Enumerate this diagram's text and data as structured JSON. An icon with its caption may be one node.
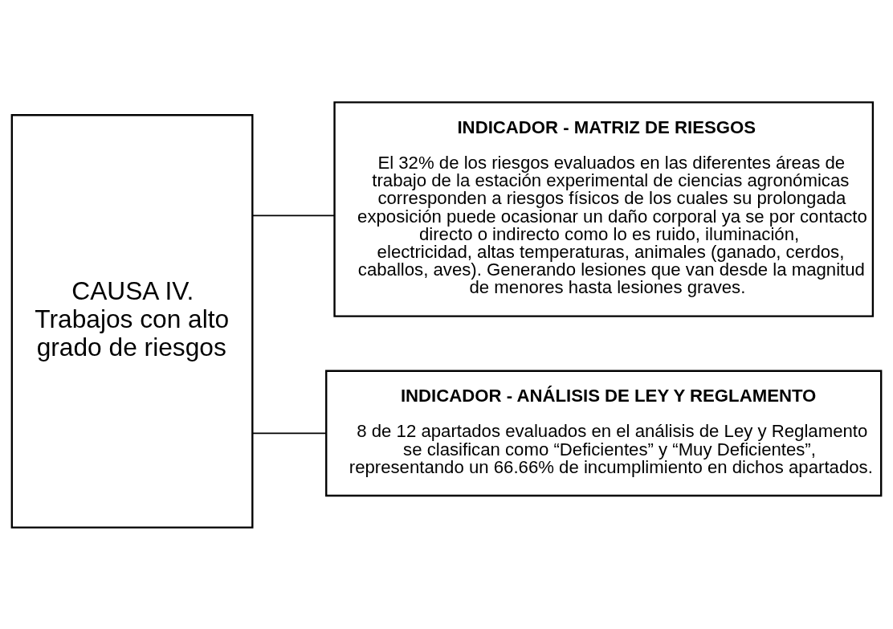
{
  "diagram": {
    "nodes": [
      {
        "text": [
          "CAUSA IV.",
          "Trabajos con alto grado de riesgos"
        ]
      },
      {
        "text": [
          "INDICADOR - MATRIZ DE RIESGOS",
          "El 32% de los riesgos evaluados en las diferentes áreas de trabajo de la estación experimental de ciencias agronómicas corresponden a riesgos físicos de los cuales su prolongada exposición puede ocasionar un daño corporal ya se por contacto directo o indirecto como lo es ruido, iluminación, electricidad, altas temperaturas, animales (ganado, cerdos, caballos, aves). Generando lesiones que van desde la magnitud de menores hasta lesiones graves."
        ]
      },
      {
        "text": [
          "INDICADOR - ANÁLISIS DE LEY Y REGLAMENTO",
          "8 de 12 apartados evaluados en el análisis de Ley y Reglamento se clasifican como “Deficientes” y “Muy Deficientes”, representando un 66.66% de incumplimiento en dichos apartados."
        ]
      }
    ],
    "edges": [
      {
        "from": 0,
        "to": 1,
        "arrow": "none"
      },
      {
        "from": 0,
        "to": 2,
        "arrow": "none"
      }
    ]
  }
}
